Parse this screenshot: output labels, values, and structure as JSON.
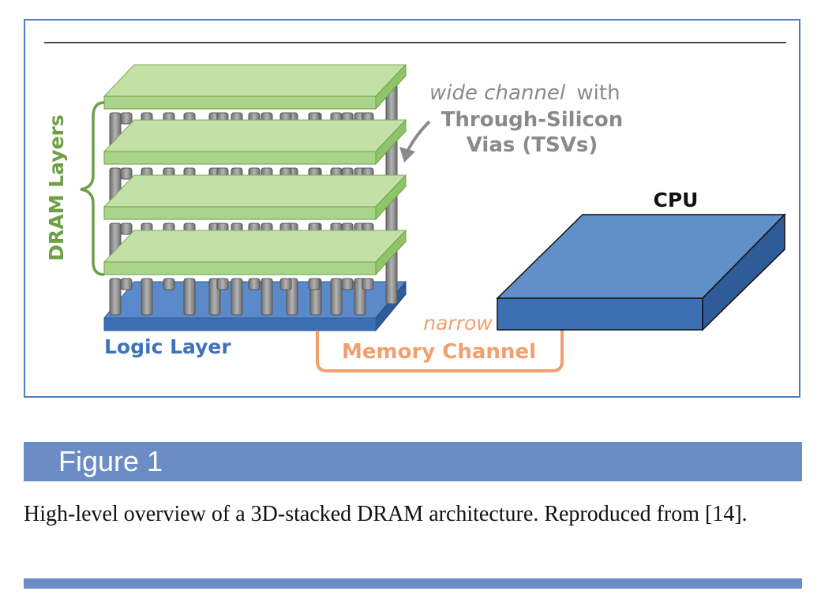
{
  "diagram": {
    "dram_layers_label": "DRAM Layers",
    "logic_layer_label": "Logic Layer",
    "cpu_label": "CPU",
    "tsv_note": {
      "line1_italic": "wide channel",
      "line1_rest": "with",
      "line2": "Through-Silicon",
      "line3": "Vias (TSVs)"
    },
    "channel": {
      "narrow": "narrow",
      "memory_channel": "Memory Channel"
    },
    "colors": {
      "dram_green": "#c3e0a6",
      "dram_green_dark": "#8fc46a",
      "logic_blue": "#3d6fb5",
      "cpu_blue": "#6190c8",
      "tsv_gray": "#8a8a8a",
      "label_green": "#6e9f45",
      "label_blue": "#3f72b8",
      "channel_orange": "#f0a070",
      "note_gray": "#8a8a8a"
    }
  },
  "figure": {
    "label": "Figure 1",
    "caption": "High-level overview of a 3D-stacked DRAM architecture. Reproduced from [14]."
  }
}
